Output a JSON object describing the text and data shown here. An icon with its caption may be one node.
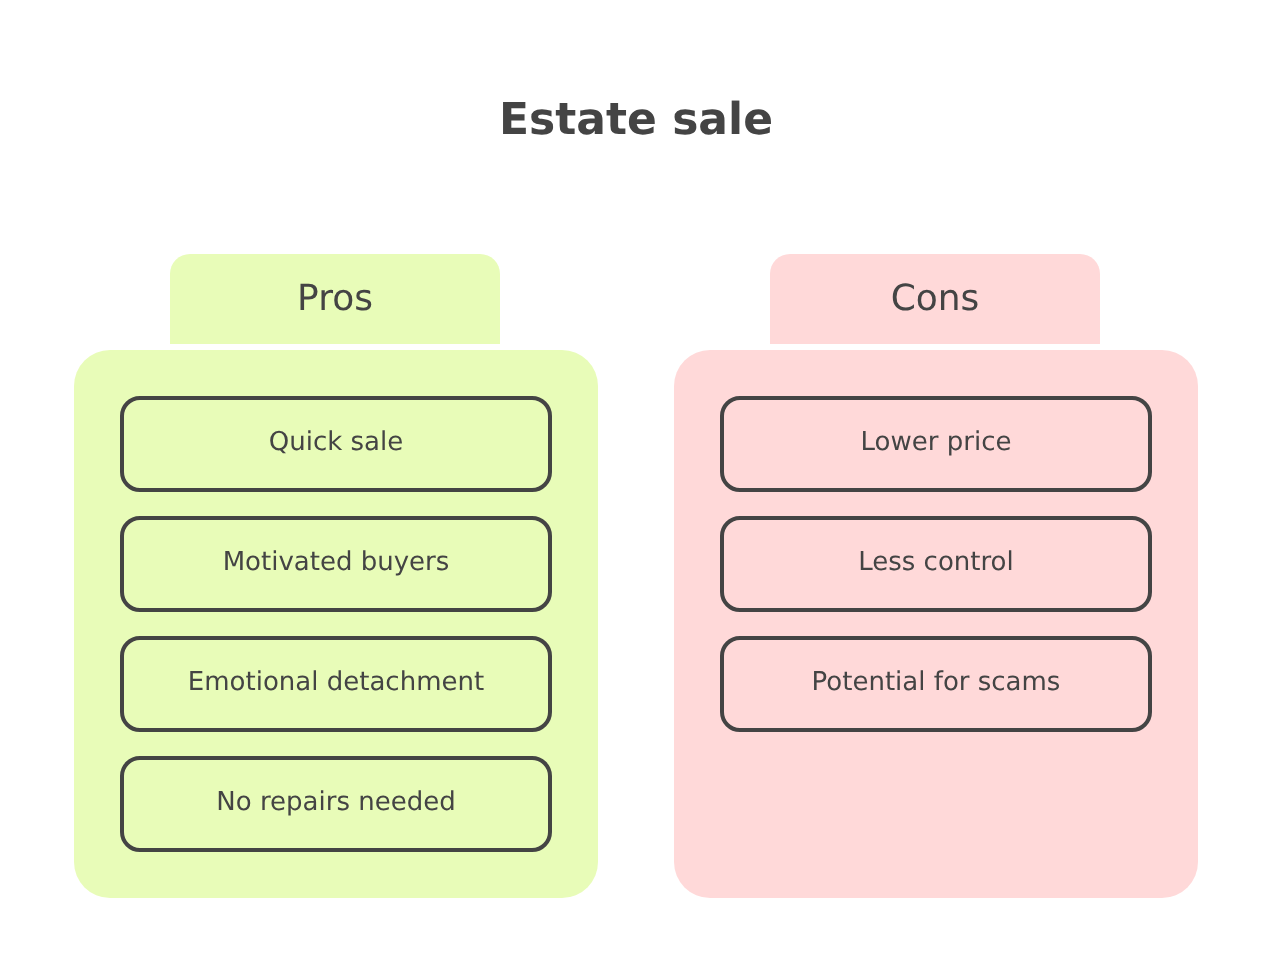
{
  "diagram": {
    "title": "Estate sale",
    "nodes": [
      {
        "text": [
          "Pros"
        ]
      },
      {
        "text": [
          "Quick sale"
        ],
        "in": 0
      },
      {
        "text": [
          "Motivated buyers"
        ],
        "in": 0
      },
      {
        "text": [
          "Emotional detachment"
        ],
        "in": 0
      },
      {
        "text": [
          "No repairs needed"
        ],
        "in": 0
      },
      {
        "text": [
          "Cons"
        ]
      },
      {
        "text": [
          "Lower price"
        ],
        "in": 5
      },
      {
        "text": [
          "Less control"
        ],
        "in": 5
      },
      {
        "text": [
          "Potential for scams"
        ],
        "in": 5
      }
    ]
  }
}
